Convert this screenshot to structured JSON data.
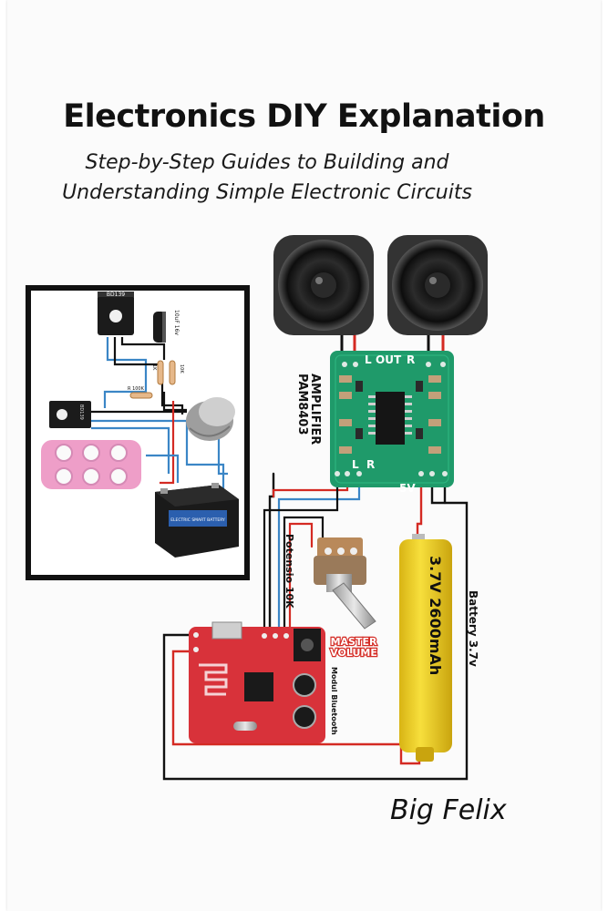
{
  "cover": {
    "title": "Electronics DIY Explanation",
    "subtitle_line1": "Step-by-Step Guides to Building and",
    "subtitle_line2": "Understanding Simple Electronic Circuits",
    "author": "Big Felix"
  },
  "diagram_labels": {
    "amplifier": "AMPLIFIER",
    "amplifier_model": "PAM8403",
    "out": "OUT",
    "left_out": "L",
    "right_out": "R",
    "input_l": "L",
    "input_r": "R",
    "power": "5V",
    "potentiometer": "Potensio 10K",
    "master": "MASTER",
    "volume": "VOLUME",
    "bluetooth": "Modul Bluetooth",
    "battery_label": "Battery 3.7v",
    "battery_cell": "3.7V 2600mAh",
    "transistor_top": "BD139",
    "transistor_left": "BD139",
    "capacitor": "10uF 16v",
    "resistor_a": "1K",
    "resistor_b": "10K",
    "resistor_c": "R 100K",
    "panel_battery": "ELECTRIC SMART BATTERY"
  },
  "colors": {
    "wire_red": "#d42a23",
    "wire_black": "#111111",
    "wire_blue": "#3b86c6",
    "pcb_green": "#1f9a6a",
    "pcb_red": "#d8323a",
    "battery_yellow": "#f1cf1d"
  }
}
